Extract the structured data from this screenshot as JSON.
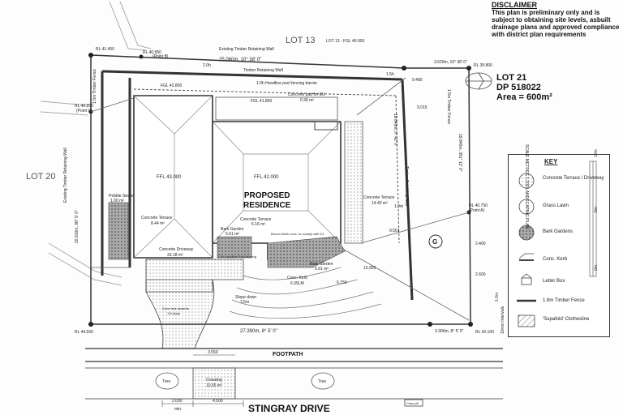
{
  "disclaimer": {
    "heading": "DISCLAIMER",
    "body": "This plan is preliminary only and is subject to obtaining site levels, asbuilt drainage plans and approved compliance with district plan requirements"
  },
  "lots": {
    "lot13": "LOT 13",
    "lot13_fgl": "LOT 13 - FGL 40.000",
    "lot20": "LOT 20",
    "lot21": "LOT 21",
    "dp": "DP 518022",
    "area": "Area = 600m²"
  },
  "residence": {
    "line1": "PROPOSED",
    "line2": "RESIDENCE",
    "ffl_house": "FFL 42.000",
    "ffl_west": "FFL 43.000"
  },
  "boundaries": {
    "north": "25.060m, 10° 38' 0\"",
    "north_east": "3.620m, 10° 38' 0\"",
    "east": "19.840m, 0° 42' 0\"",
    "east2": "19.840m, 351° 12' 0\"",
    "west": "20.910m, 98° 5' 0\"",
    "south": "27.390m, 8° 5' 0\"",
    "south_east": "3.300m, 8° 5' 0\""
  },
  "rl_labels": {
    "nw": "RL 41.450",
    "nw2": "RL 40.950",
    "w": "RL 42.250",
    "ne": "RL 39.800",
    "e": "RL 40.750",
    "sw": "RL 44.500",
    "se": "RL 42.100",
    "point_b": "(Point B)",
    "point_c": "(Point C)",
    "point_a": "(Point A)"
  },
  "areas": {
    "concrete_terrace_w": "Concrete Terrace",
    "concrete_terrace_w_area": "8.44 m²",
    "concrete_terrace_e": "Concrete Terrace",
    "concrete_terrace_e_area": "14.40 m²",
    "concrete_terrace_s": "Concrete Terrace",
    "concrete_terrace_s_area": "6.16 m²",
    "driveway": "Concrete Driveway",
    "driveway_area": "33.18 m²",
    "pad_eu": "Concrete pad for EU",
    "pad_eu_area": "0.36 m²",
    "bark_1": "Bark Garden",
    "bark_1_area": "5.61 m²",
    "bark_2": "Bark Garden",
    "bark_2_area": "5.91 m²",
    "crossing": "Crossing",
    "crossing_area": "10.65 m²",
    "pebble": "Pebble Swale",
    "pebble_area": "1.00 m²",
    "conc_kerb": "Conc. Kerb",
    "kerb_area": "6.35LM",
    "slope": "Slope down",
    "slope_val": "1:5m",
    "drive": "Drive falls towards",
    "drive2": "1:8 slope",
    "fgl1": "FGL 42.800",
    "fgl2": "FGL 41.800",
    "broom": "Broom finish conc. to comply with D1"
  },
  "walls": {
    "north": "Existing Timber Retaining Wall",
    "north2": "Timber Retaining Wall",
    "hoodline": "1.0h Hoodline pool fencing barrier",
    "west": "Existing Timber Retaining Wall",
    "east": "1.5m Timber Fence",
    "timber_fence_nw": "1.5m Timber Fence",
    "timber_wall_e": "Timber Retaining Wall",
    "pool_s": "1.0h Hoodline Pool fencing"
  },
  "footpath": "FOOTPATH",
  "street": "STINGRAY DRIVE",
  "cess": "Cess-pit",
  "tree1": "Tree",
  "tree2": "Tree",
  "dims": {
    "a": "2.000",
    "a_unit": "min.",
    "b": "4.500",
    "c": "3.550",
    "d": "6.750",
    "e": "9.015",
    "f": "9.561",
    "g": "15.920",
    "h": "9.480",
    "i": "2.600",
    "j": "2.400",
    "k": "1.0m",
    "l": "2.0h",
    "m": "1.5h"
  },
  "g_symbol": "G",
  "key": {
    "title": "KEY",
    "items": [
      {
        "label": "Concrete Terrace / Driveway"
      },
      {
        "label": "Grass Lawn"
      },
      {
        "label": "Bark Gardens"
      },
      {
        "label": "Conc. Kerb"
      },
      {
        "label": "Letter Box"
      },
      {
        "label": "1.8m Timber Fence"
      },
      {
        "label": "'Supafold' Clothesline"
      }
    ],
    "scale_caption": "SCALE METRES 1:200 LANDSCAPING PLAN",
    "scale_ticks": [
      "10m",
      "5m",
      "0m"
    ],
    "scale_left": "1.0m",
    "scale_left2": "10mm Intervals"
  },
  "colors": {
    "line": "#333333",
    "hatch": "#555555",
    "bark": "#9a9a9a",
    "terrace": "#d8d8d8"
  }
}
